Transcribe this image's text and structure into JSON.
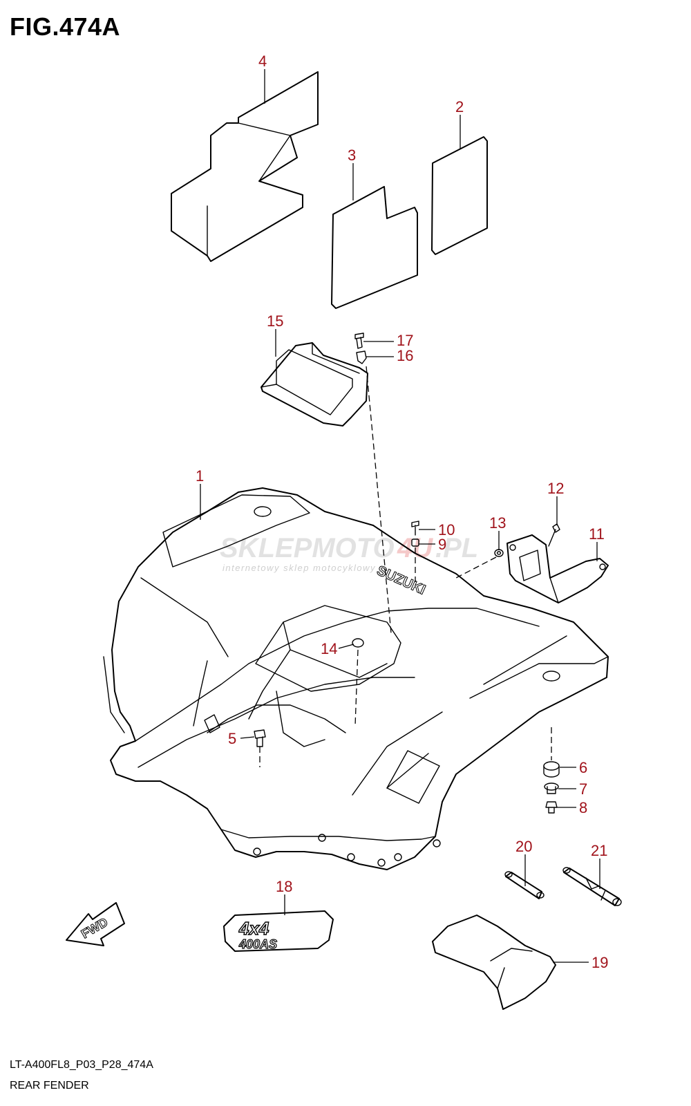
{
  "figure": {
    "title": "FIG.474A",
    "code": "LT-A400FL8_P03_P28_474A",
    "name": "REAR FENDER"
  },
  "callouts": {
    "c1": "1",
    "c2": "2",
    "c3": "3",
    "c4": "4",
    "c5": "5",
    "c6": "6",
    "c7": "7",
    "c8": "8",
    "c9": "9",
    "c10": "10",
    "c11": "11",
    "c12": "12",
    "c13": "13",
    "c14": "14",
    "c15": "15",
    "c16": "16",
    "c17": "17",
    "c18": "18",
    "c19": "19",
    "c20": "20",
    "c21": "21"
  },
  "labels": {
    "fwd": "FWD",
    "suzuki": "SUZUKI",
    "emblem_top": "4x4",
    "emblem_bottom": "400AS"
  },
  "watermark": {
    "brand_part1": "SKLEPMOTO",
    "brand_part2": "4U",
    "brand_part3": ".PL",
    "tagline": "internetowy sklep motocyklowy"
  },
  "colors": {
    "callout": "#a0121a",
    "line": "#000000",
    "watermark_gray": "#d9d9d9",
    "watermark_red": "#f2b8b8"
  }
}
